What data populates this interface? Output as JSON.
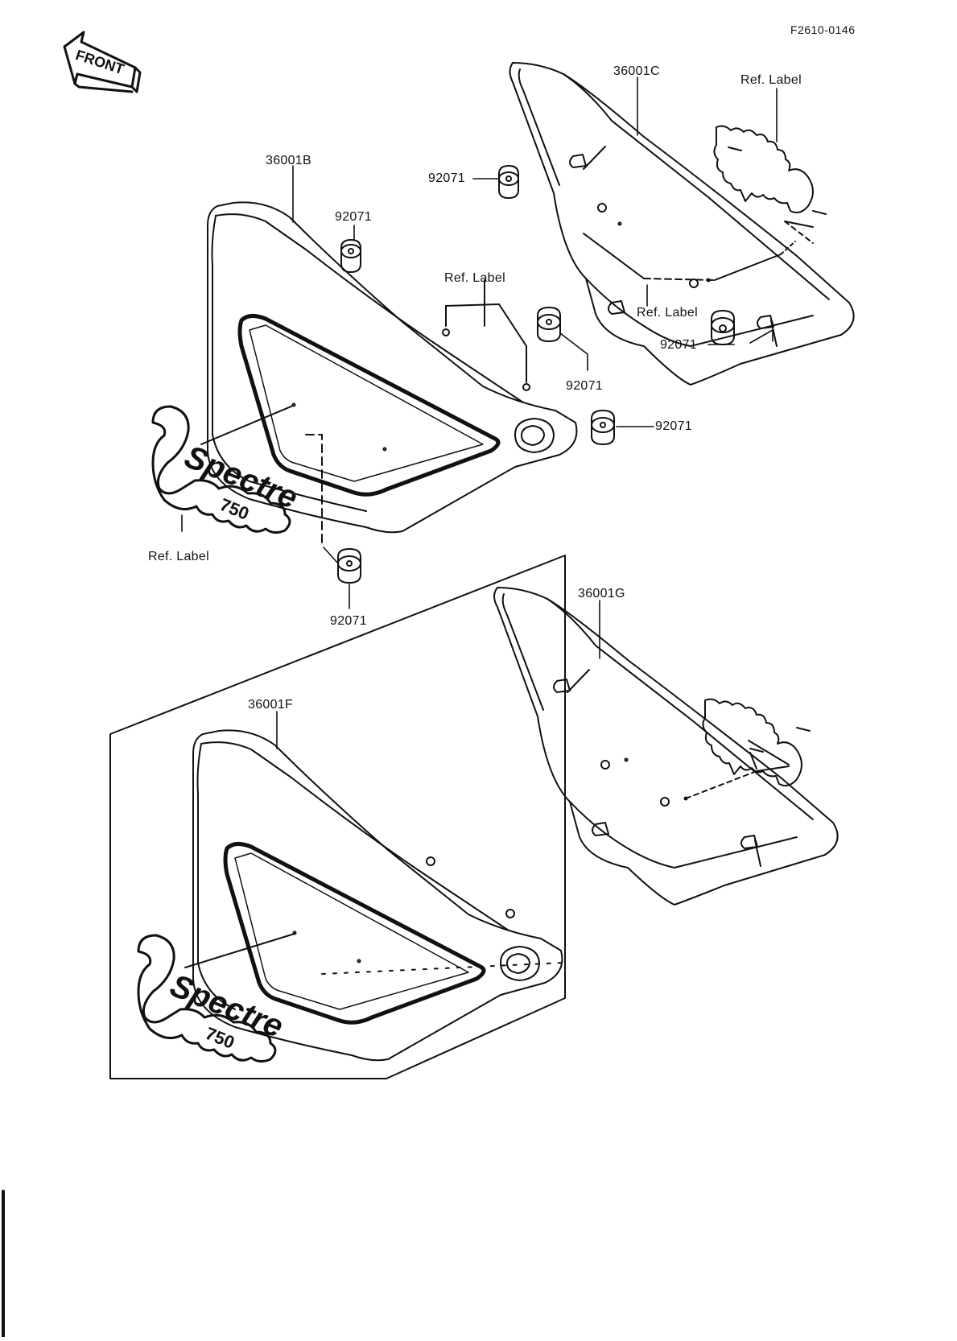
{
  "diagram": {
    "figure_code": "F2610-0146",
    "front_arrow_text": "FRONT",
    "emblem_text": "Spectre",
    "emblem_number": "750",
    "parts": {
      "cover_left_upper": "36001B",
      "cover_right_upper": "36001C",
      "cover_left_lower": "36001F",
      "cover_right_lower": "36001G",
      "grommet": "92071",
      "ref_label": "Ref. Label"
    }
  }
}
